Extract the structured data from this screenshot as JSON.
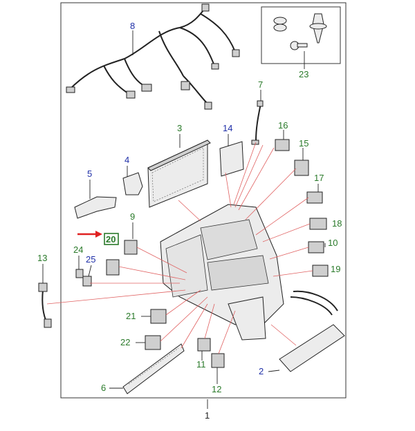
{
  "diagram": {
    "labels": [
      {
        "id": "1",
        "text": "1",
        "color": "black"
      },
      {
        "id": "2",
        "text": "2",
        "color": "blue"
      },
      {
        "id": "3",
        "text": "3",
        "color": "green"
      },
      {
        "id": "4",
        "text": "4",
        "color": "blue"
      },
      {
        "id": "5",
        "text": "5",
        "color": "blue"
      },
      {
        "id": "6",
        "text": "6",
        "color": "green"
      },
      {
        "id": "7",
        "text": "7",
        "color": "green"
      },
      {
        "id": "8",
        "text": "8",
        "color": "blue"
      },
      {
        "id": "9",
        "text": "9",
        "color": "green"
      },
      {
        "id": "10",
        "text": "10",
        "color": "green"
      },
      {
        "id": "11",
        "text": "11",
        "color": "green"
      },
      {
        "id": "12",
        "text": "12",
        "color": "green"
      },
      {
        "id": "13",
        "text": "13",
        "color": "green"
      },
      {
        "id": "14",
        "text": "14",
        "color": "blue"
      },
      {
        "id": "15",
        "text": "15",
        "color": "green"
      },
      {
        "id": "16",
        "text": "16",
        "color": "green"
      },
      {
        "id": "17",
        "text": "17",
        "color": "green"
      },
      {
        "id": "18",
        "text": "18",
        "color": "green"
      },
      {
        "id": "19",
        "text": "19",
        "color": "green"
      },
      {
        "id": "20",
        "text": "20",
        "color": "green",
        "highlighted": true
      },
      {
        "id": "21",
        "text": "21",
        "color": "green"
      },
      {
        "id": "22",
        "text": "22",
        "color": "green"
      },
      {
        "id": "23",
        "text": "23",
        "color": "green"
      },
      {
        "id": "24",
        "text": "24",
        "color": "green"
      },
      {
        "id": "25",
        "text": "25",
        "color": "blue"
      }
    ],
    "colors": {
      "blue": "#1f2fa8",
      "green": "#2a7a2a",
      "black": "#222222",
      "red_lines": "#e06060",
      "arrow": "#e02020",
      "highlight_box": "#2a7a2a"
    }
  }
}
